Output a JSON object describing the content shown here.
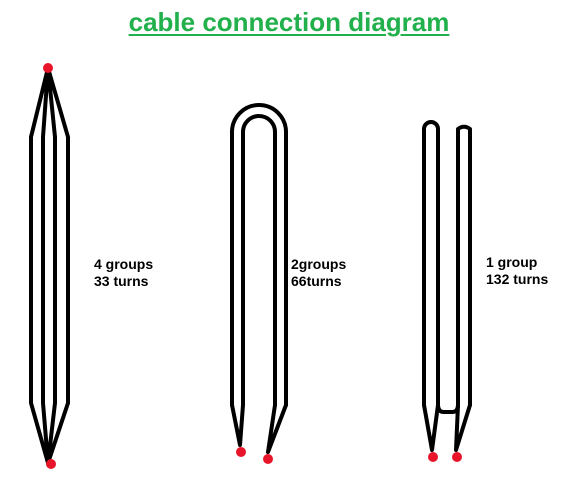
{
  "title": "cable connection diagram",
  "colors": {
    "title": "#21b04b",
    "wire": "#000000",
    "terminal": "#e8142a"
  },
  "configurations": [
    {
      "line1": "4 groups",
      "line2": "33 turns"
    },
    {
      "line1": "2groups",
      "line2": "66turns"
    },
    {
      "line1": "1 group",
      "line2": "132 turns"
    }
  ]
}
